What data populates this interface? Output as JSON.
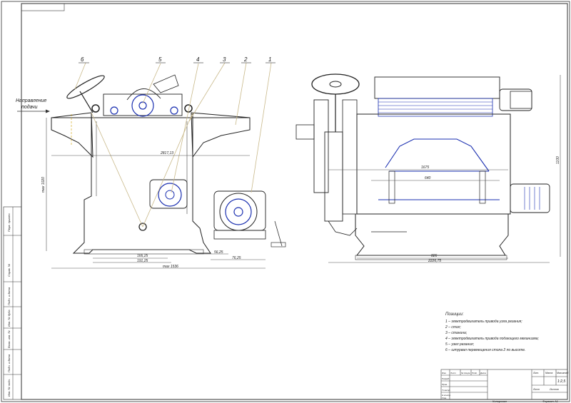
{
  "feed_direction": {
    "line1": "Направление",
    "line2": "подачи"
  },
  "callouts": [
    "6",
    "5",
    "4",
    "3",
    "2",
    "1"
  ],
  "left_view": {
    "dim_width": "2817,13",
    "dim_height": "max 1020",
    "dim_a": "166,25",
    "dim_b": "191,25",
    "dim_c": "56,25",
    "dim_d": "76,25",
    "dim_total": "max 1536"
  },
  "right_view": {
    "dim_1675": "1675",
    "dim_640": "640",
    "dim_1100": "1100",
    "dim_bottom_a": "826",
    "dim_bottom_b": "2226,75"
  },
  "legend": {
    "heading": "Позиции:",
    "items": [
      "1 – электродвигатель привода узла резания;",
      "2 – стол;",
      "3 – станина;",
      "4 – электродвигатель привода подающего механизма;",
      "5 – узел резания;",
      "6 – штурвал перемещения стола 2 по высоте."
    ]
  },
  "title_block": {
    "scale": "1:2,5",
    "format": "Формат А1",
    "copied": "Копировал",
    "sheet": "Лист",
    "sheets": "Листов",
    "lit": "Лит.",
    "mass": "Масса",
    "scale_label": "Масштаб",
    "rows": [
      "Изм.",
      "Лист",
      "№ докум.",
      "Подп.",
      "Дата"
    ],
    "roles": [
      "Разраб.",
      "Пров.",
      "Т.контр.",
      "Н.контр.",
      "Утв."
    ]
  },
  "side_stamp": [
    "Перв. примен.",
    "Справ. №",
    "Подп. и дата",
    "Инв. № дубл.",
    "Взам. инв. №",
    "Подп. и дата",
    "Инв. № подл."
  ]
}
